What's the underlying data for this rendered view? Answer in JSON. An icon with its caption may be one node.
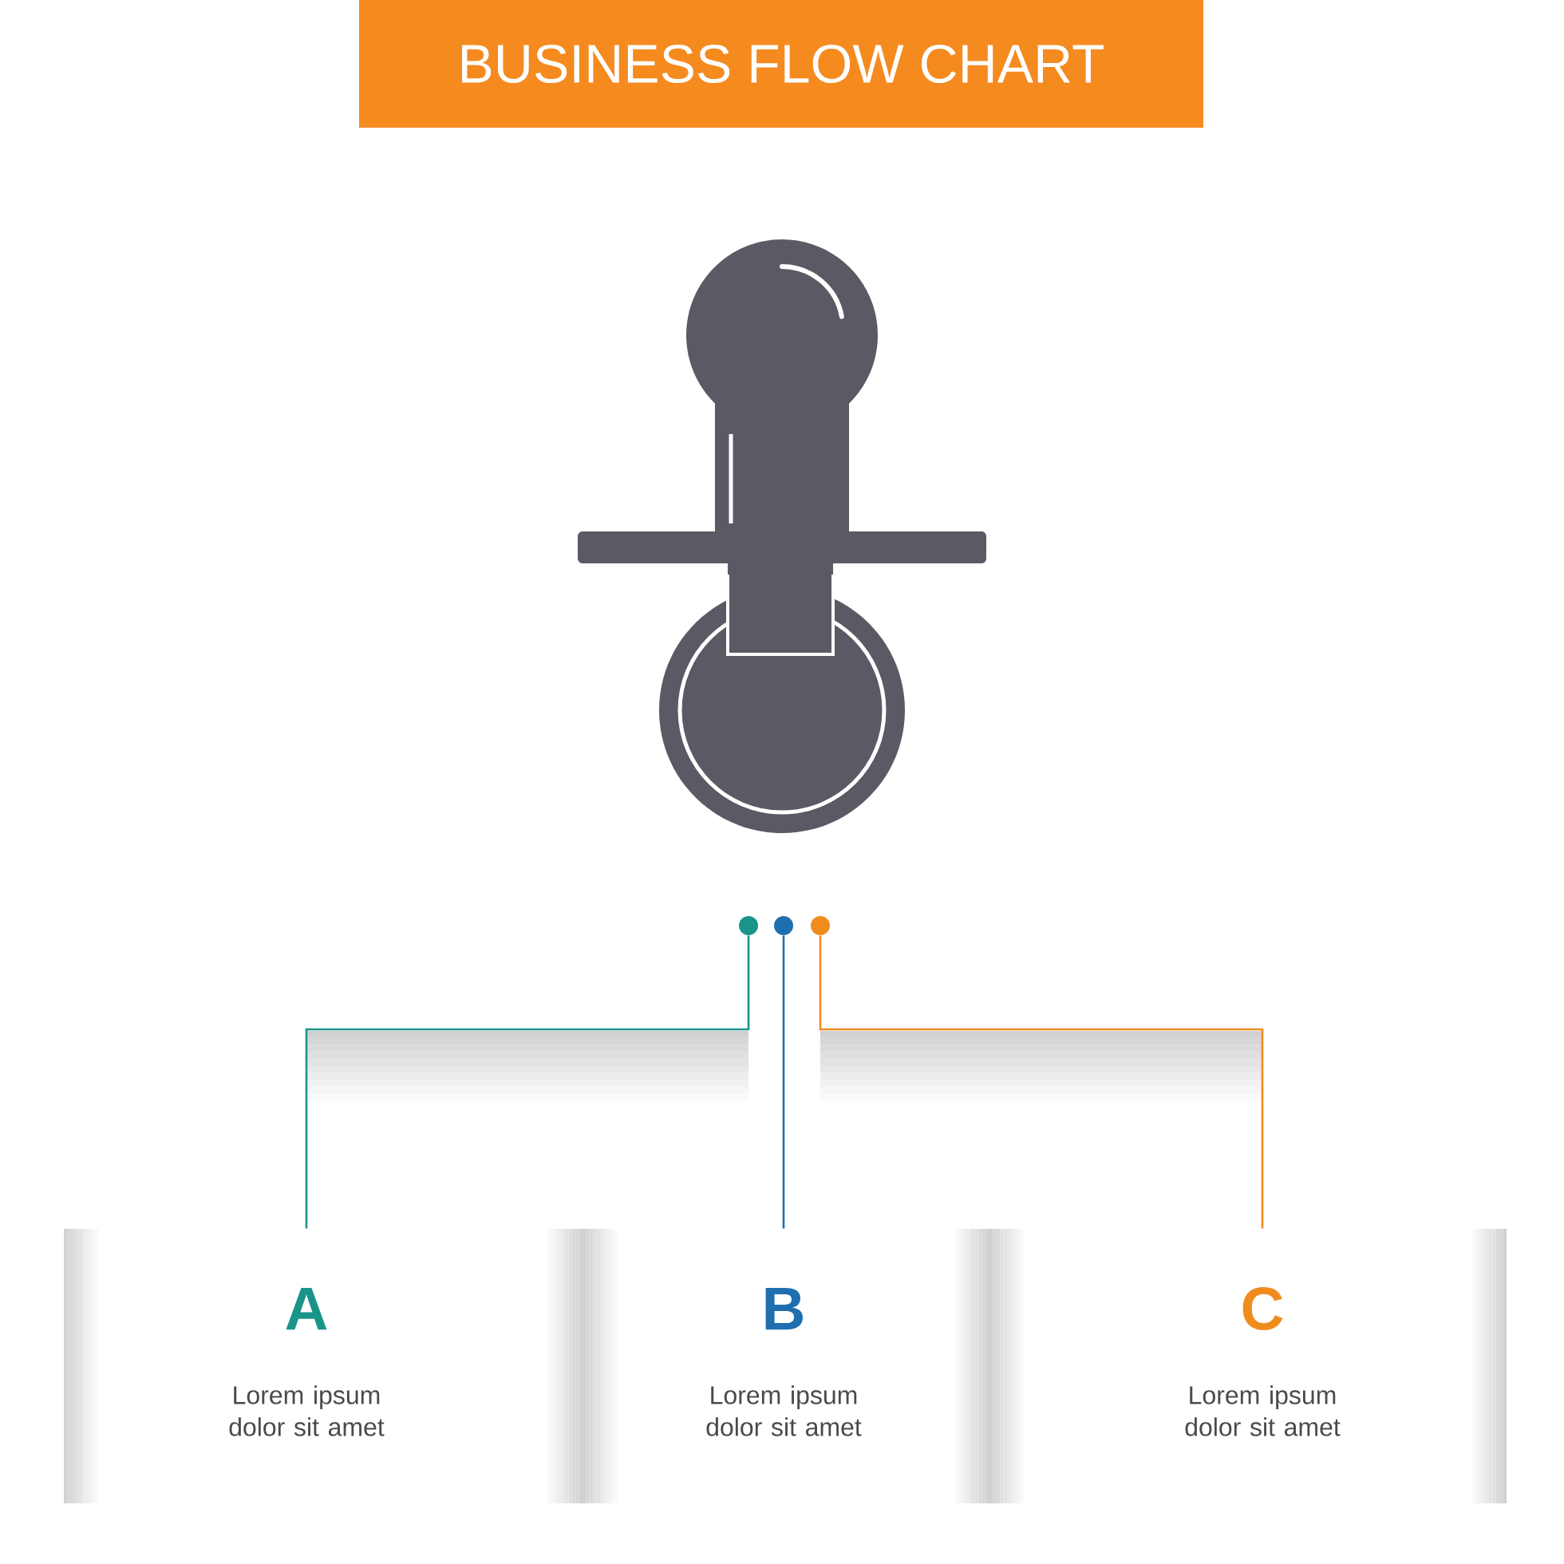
{
  "diagram": {
    "title": "BUSINESS FLOW CHART",
    "nodes": [
      {
        "text": [],
        "shape": "circle"
      },
      {
        "text": [],
        "shape": "circle"
      },
      {
        "text": [],
        "shape": "circle"
      },
      {
        "text": [
          "A",
          "Lorem ipsum dolor sit amet"
        ]
      },
      {
        "text": [
          "B",
          "Lorem ipsum dolor sit amet"
        ]
      },
      {
        "text": [
          "C",
          "Lorem ipsum dolor sit amet"
        ]
      }
    ],
    "edges": [
      {
        "from": 0,
        "to": 3,
        "arrow": "none",
        "color": "#1a9488"
      },
      {
        "from": 1,
        "to": 4,
        "arrow": "none",
        "color": "#1f6fb0"
      },
      {
        "from": 2,
        "to": 5,
        "arrow": "none",
        "color": "#f08c1e"
      }
    ]
  }
}
